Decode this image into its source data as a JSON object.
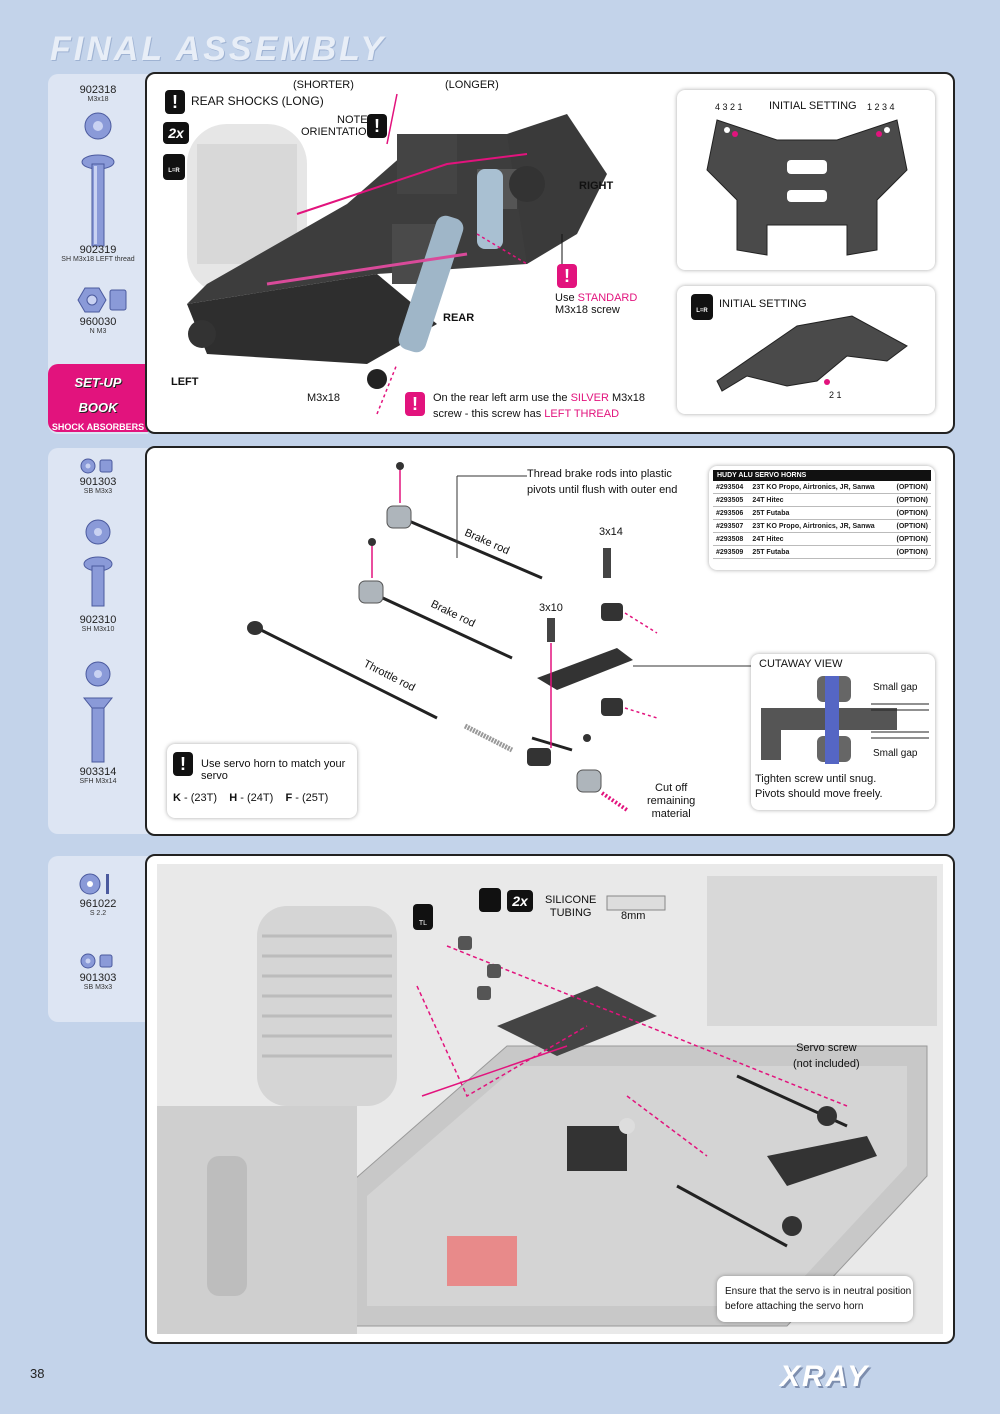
{
  "page": {
    "title": "FINAL ASSEMBLY",
    "number": "38",
    "logo": "XRAY"
  },
  "colors": {
    "accent": "#e2137d",
    "background": "#c3d3ea",
    "sidebar": "#dde5f3"
  },
  "section1": {
    "parts": [
      {
        "code": "902318",
        "desc": "M3x18"
      },
      {
        "code": "902319",
        "desc": "SH M3x18 LEFT thread"
      },
      {
        "code": "960030",
        "desc": "N M3"
      }
    ],
    "setup_book": {
      "line1": "SET-UP",
      "line2": "BOOK",
      "topic": "SHOCK ABSORBERS"
    },
    "labels": {
      "rear_shocks": "REAR SHOCKS (LONG)",
      "qty": "2x",
      "lr": "L=R",
      "shorter": "(SHORTER)",
      "longer": "(LONGER)",
      "note": "NOTE",
      "orientation": "ORIENTATION",
      "right": "RIGHT",
      "rear": "REAR",
      "left": "LEFT",
      "screw": "M3x18",
      "use_prefix": "Use",
      "use_highlight": "STANDARD",
      "use_suffix": "M3x18 screw",
      "rear_left_1": "On the rear left arm use the",
      "rear_left_silver": "SILVER",
      "rear_left_2": "M3x18",
      "rear_left_3": "screw - this screw has",
      "rear_left_thread": "LEFT THREAD"
    },
    "initial_setting_top": "INITIAL SETTING",
    "initial_setting_top_holes_left": "4 3 2 1",
    "initial_setting_top_holes_right": "1 2 3 4",
    "initial_setting_arm": "INITIAL SETTING",
    "arm_holes": "2 1"
  },
  "section2": {
    "parts": [
      {
        "code": "901303",
        "desc": "SB M3x3"
      },
      {
        "code": "902310",
        "desc": "SH M3x10"
      },
      {
        "code": "903314",
        "desc": "SFH M3x14"
      }
    ],
    "labels": {
      "thread_note_1": "Thread brake rods into plastic",
      "thread_note_2": "pivots until flush with outer end",
      "brake_rod_1": "Brake rod",
      "brake_rod_2": "Brake rod",
      "throttle_rod": "Throttle rod",
      "screw_3x14": "3x14",
      "screw_3x10": "3x10",
      "cut_off_1": "Cut off",
      "cut_off_2": "remaining",
      "cut_off_3": "material",
      "cutaway_view": "CUTAWAY VIEW",
      "small_gap_1": "Small gap",
      "small_gap_2": "Small gap",
      "tighten_1": "Tighten screw until snug.",
      "tighten_2": "Pivots should move freely.",
      "servo_horn_note": "Use servo horn to match your servo",
      "horn_k": "K",
      "horn_k_val": "- (23T)",
      "horn_h": "H",
      "horn_h_val": "- (24T)",
      "horn_f": "F",
      "horn_f_val": "- (25T)"
    },
    "hudy_table": {
      "title": "HUDY ALU SERVO HORNS",
      "rows": [
        {
          "code": "#293504",
          "desc": "23T KO Propo, Airtronics, JR, Sanwa",
          "opt": "(OPTION)"
        },
        {
          "code": "#293505",
          "desc": "24T Hitec",
          "opt": "(OPTION)"
        },
        {
          "code": "#293506",
          "desc": "25T Futaba",
          "opt": "(OPTION)"
        },
        {
          "code": "#293507",
          "desc": "23T KO Propo, Airtronics, JR, Sanwa",
          "opt": "(OPTION)"
        },
        {
          "code": "#293508",
          "desc": "24T Hitec",
          "opt": "(OPTION)"
        },
        {
          "code": "#293509",
          "desc": "25T Futaba",
          "opt": "(OPTION)"
        }
      ]
    }
  },
  "section3": {
    "parts": [
      {
        "code": "961022",
        "desc": "S 2.2"
      },
      {
        "code": "901303",
        "desc": "SB M3x3"
      }
    ],
    "labels": {
      "qty": "2x",
      "tl": "TL",
      "silicone_1": "SILICONE",
      "silicone_2": "TUBING",
      "length": "8mm",
      "servo_screw_1": "Servo screw",
      "servo_screw_2": "(not included)",
      "neutral_1": "Ensure that the servo is in neutral position",
      "neutral_2": "before attaching the servo horn"
    }
  }
}
